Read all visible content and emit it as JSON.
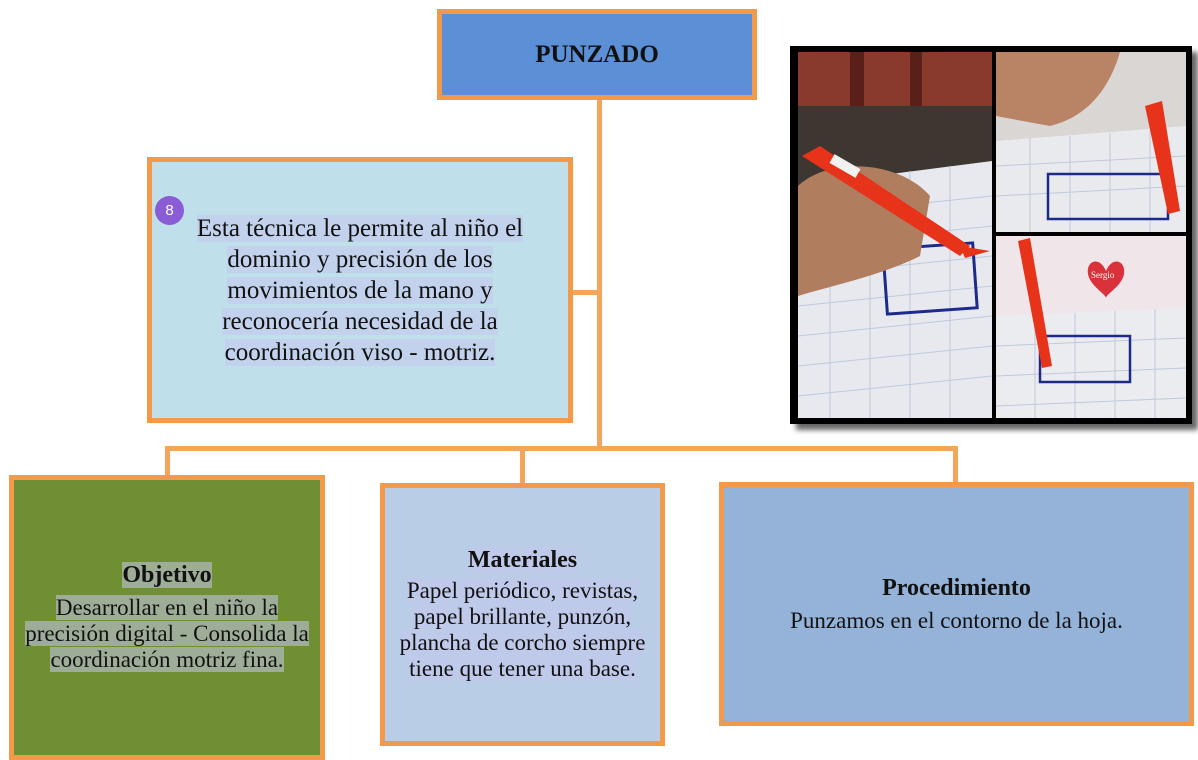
{
  "title": "PUNZADO",
  "description": {
    "badge": "8",
    "text": "Esta técnica le permite al niño el dominio y precisión de los movimientos de la mano y reconocería necesidad de la coordinación viso - motriz."
  },
  "objetivo": {
    "heading": "Objetivo",
    "text": "Desarrollar en el niño la precisión digital - Consolida la coordinación motriz fina."
  },
  "materiales": {
    "heading": "Materiales",
    "text": "Papel periódico, revistas, papel brillante, punzón, plancha de corcho siempre tiene que tener una base."
  },
  "procedimiento": {
    "heading": "Procedimiento",
    "text": "Punzamos en el contorno de la hoja."
  },
  "photo": {
    "shirt_text": "Sergio"
  },
  "colors": {
    "connector": "#f5a55a",
    "border": "#f29a4a",
    "title_fill": "#5b8fd6",
    "desc_fill": "#bfe0ea",
    "objetivo_fill": "#6f8f32",
    "materiales_fill": "#b9cde7",
    "procedimiento_fill": "#95b3d8",
    "badge": "#8a5cd6"
  }
}
